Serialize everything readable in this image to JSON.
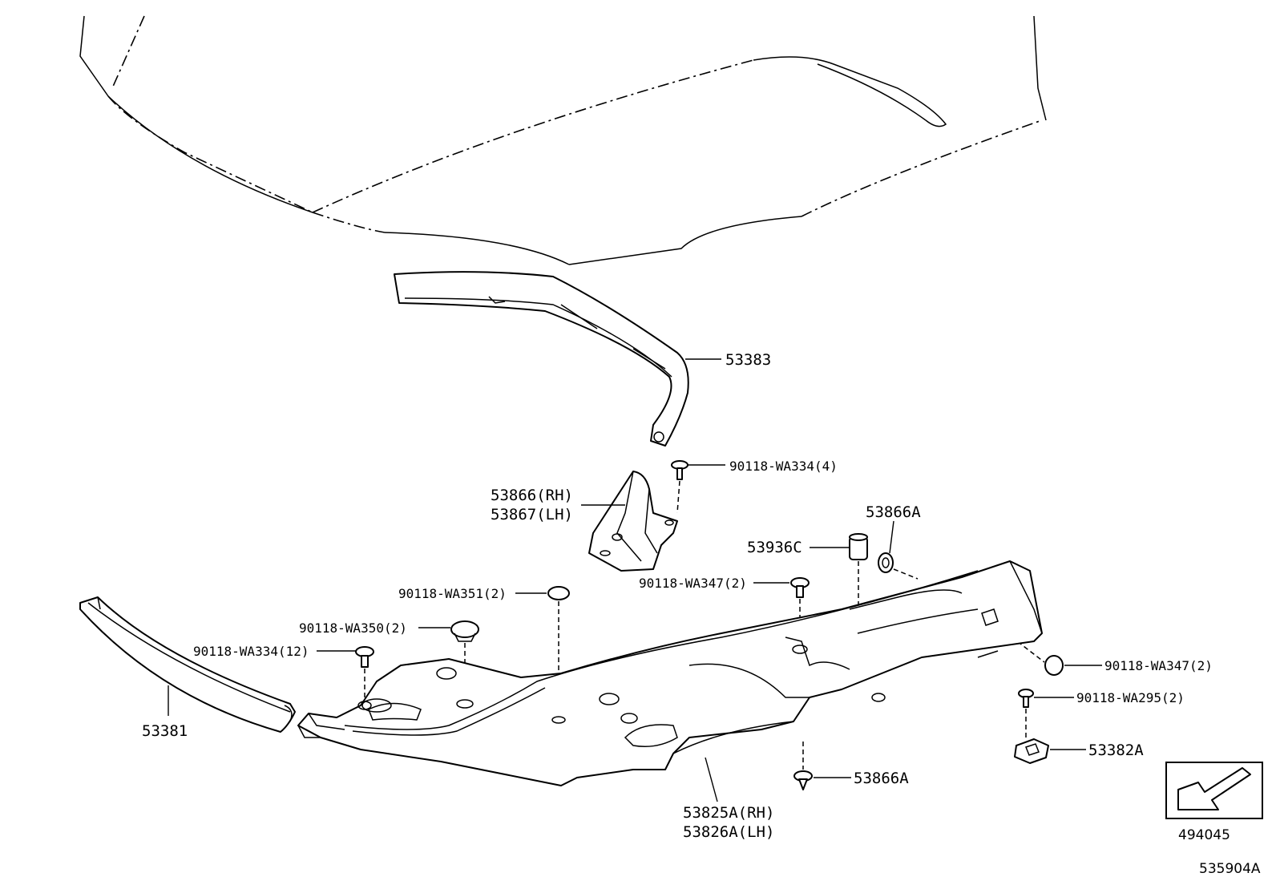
{
  "labels": {
    "p53383": "53383",
    "p53866rh": "53866(RH)",
    "p53867lh": "53867(LH)",
    "c_wa334_4": "90118-WA334(4)",
    "p53866a_top": "53866A",
    "p53936c": "53936C",
    "c_wa347_2_mid": "90118-WA347(2)",
    "c_wa351_2": "90118-WA351(2)",
    "c_wa350_2": "90118-WA350(2)",
    "c_wa334_12": "90118-WA334(12)",
    "c_wa347_2_right": "90118-WA347(2)",
    "c_wa295_2": "90118-WA295(2)",
    "p53382a": "53382A",
    "p53381": "53381",
    "p53866a_bottom": "53866A",
    "p53825a": "53825A(RH)",
    "p53826a": "53826A(LH)",
    "ref_box": "494045",
    "illustration_id": "535904A"
  }
}
